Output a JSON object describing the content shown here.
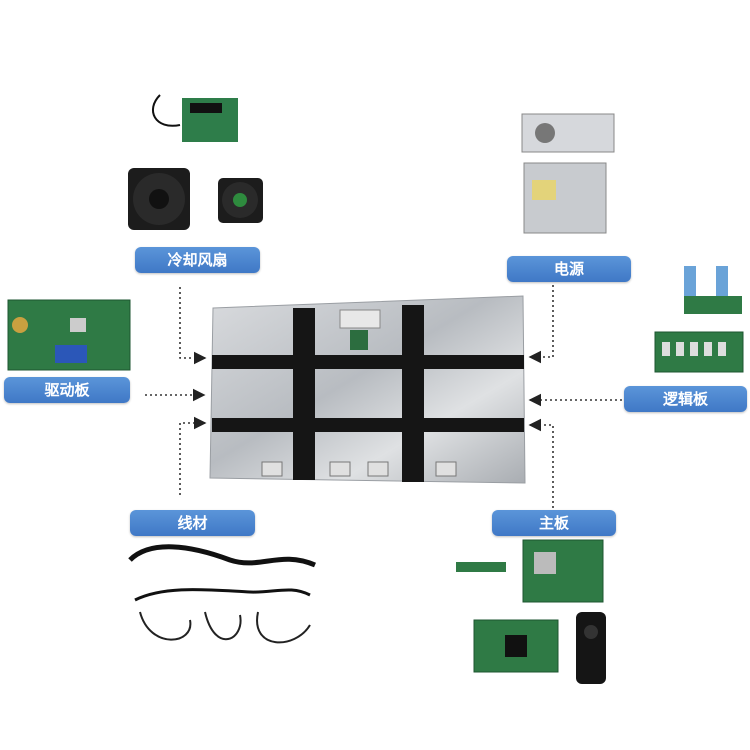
{
  "labels": {
    "fan": "冷却风扇",
    "power": "电源",
    "driver": "驱动板",
    "logic": "逻辑板",
    "cable": "线材",
    "mainboard": "主板"
  },
  "colors": {
    "label_bg": "#4a86d0",
    "panel": "#c9ccd0",
    "frame": "#1b1b1b",
    "pcb_green": "#2f7a45"
  }
}
